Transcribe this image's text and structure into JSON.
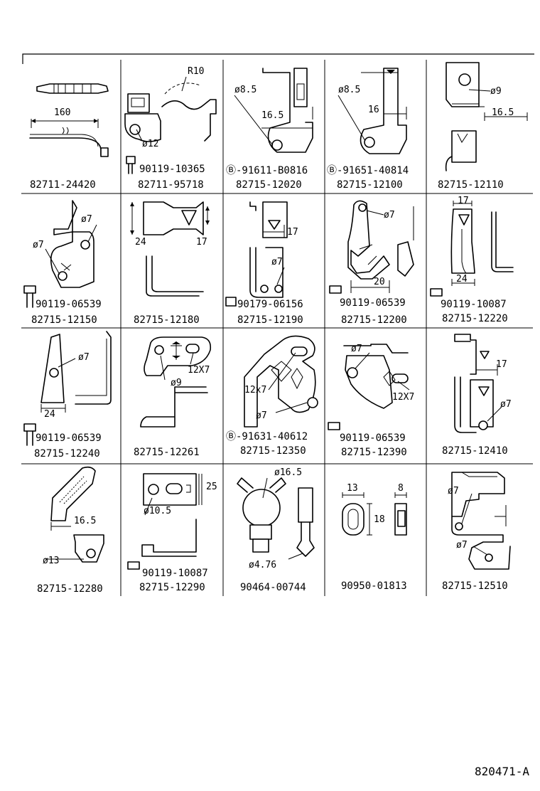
{
  "diagram": {
    "reference_code": "820471-A",
    "cells": [
      {
        "part_number": "82711-24420",
        "callouts": [
          "160"
        ]
      },
      {
        "part_number": "82711-95718",
        "fastener": "90119-10365",
        "callouts": [
          "R10",
          "ø12"
        ]
      },
      {
        "part_number": "82715-12020",
        "fastener": "Ⓑ-91611-B0816",
        "callouts": [
          "ø8.5",
          "16.5"
        ]
      },
      {
        "part_number": "82715-12100",
        "fastener": "Ⓑ-91651-40814",
        "callouts": [
          "ø8.5",
          "16"
        ]
      },
      {
        "part_number": "82715-12110",
        "callouts": [
          "ø9",
          "16.5"
        ]
      },
      {
        "part_number": "82715-12150",
        "fastener": "90119-06539",
        "callouts": [
          "ø7",
          "ø7"
        ]
      },
      {
        "part_number": "82715-12180",
        "callouts": [
          "24",
          "17"
        ]
      },
      {
        "part_number": "82715-12190",
        "fastener": "90179-06156",
        "callouts": [
          "17",
          "ø7"
        ]
      },
      {
        "part_number": "82715-12200",
        "fastener": "90119-06539",
        "callouts": [
          "ø7",
          "20"
        ]
      },
      {
        "part_number": "82715-12220",
        "fastener": "90119-10087",
        "callouts": [
          "17",
          "24"
        ]
      },
      {
        "part_number": "82715-12240",
        "fastener": "90119-06539",
        "callouts": [
          "ø7",
          "24"
        ]
      },
      {
        "part_number": "82715-12261",
        "callouts": [
          "ø9",
          "12X7"
        ]
      },
      {
        "part_number": "82715-12350",
        "fastener": "Ⓑ-91631-40612",
        "callouts": [
          "12x7",
          "ø7"
        ]
      },
      {
        "part_number": "82715-12390",
        "fastener": "90119-06539",
        "callouts": [
          "ø7",
          "12X7"
        ]
      },
      {
        "part_number": "82715-12410",
        "callouts": [
          "17",
          "ø7"
        ]
      },
      {
        "part_number": "82715-12280",
        "callouts": [
          "16.5",
          "ø13"
        ]
      },
      {
        "part_number": "82715-12290",
        "fastener": "90119-10087",
        "callouts": [
          "25",
          "ø10.5"
        ]
      },
      {
        "part_number": "90464-00744",
        "callouts": [
          "ø16.5",
          "ø4.76"
        ]
      },
      {
        "part_number": "90950-01813",
        "callouts": [
          "13",
          "8",
          "18"
        ]
      },
      {
        "part_number": "82715-12510",
        "callouts": [
          "ø7",
          "ø7"
        ]
      }
    ]
  }
}
